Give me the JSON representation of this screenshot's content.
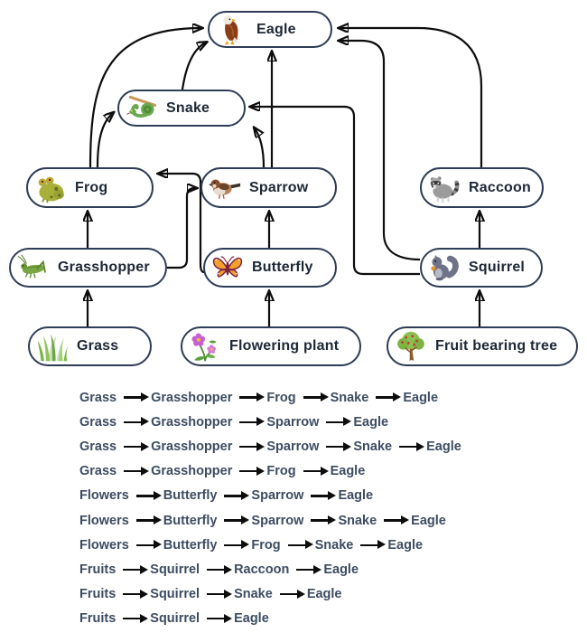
{
  "diagram": {
    "nodes": {
      "eagle": {
        "label": "Eagle",
        "icon": "eagle-icon"
      },
      "snake": {
        "label": "Snake",
        "icon": "snake-icon"
      },
      "frog": {
        "label": "Frog",
        "icon": "frog-icon"
      },
      "sparrow": {
        "label": "Sparrow",
        "icon": "sparrow-icon"
      },
      "raccoon": {
        "label": "Raccoon",
        "icon": "raccoon-icon"
      },
      "grasshopper": {
        "label": "Grasshopper",
        "icon": "grasshopper-icon"
      },
      "butterfly": {
        "label": "Butterfly",
        "icon": "butterfly-icon"
      },
      "squirrel": {
        "label": "Squirrel",
        "icon": "squirrel-icon"
      },
      "grass": {
        "label": "Grass",
        "icon": "grass-icon"
      },
      "flowering": {
        "label": "Flowering plant",
        "icon": "flower-icon"
      },
      "fruittree": {
        "label": "Fruit bearing tree",
        "icon": "fruit-tree-icon"
      }
    },
    "edges": [
      {
        "from": "Grass",
        "to": "Grasshopper"
      },
      {
        "from": "Grasshopper",
        "to": "Frog"
      },
      {
        "from": "Grasshopper",
        "to": "Sparrow"
      },
      {
        "from": "Frog",
        "to": "Snake"
      },
      {
        "from": "Frog",
        "to": "Eagle"
      },
      {
        "from": "Snake",
        "to": "Eagle"
      },
      {
        "from": "Sparrow",
        "to": "Eagle"
      },
      {
        "from": "Sparrow",
        "to": "Snake"
      },
      {
        "from": "Flowering plant",
        "to": "Butterfly"
      },
      {
        "from": "Butterfly",
        "to": "Sparrow"
      },
      {
        "from": "Butterfly",
        "to": "Frog"
      },
      {
        "from": "Fruit bearing tree",
        "to": "Squirrel"
      },
      {
        "from": "Squirrel",
        "to": "Raccoon"
      },
      {
        "from": "Squirrel",
        "to": "Snake"
      },
      {
        "from": "Squirrel",
        "to": "Eagle"
      },
      {
        "from": "Raccoon",
        "to": "Eagle"
      }
    ]
  },
  "chains": [
    {
      "steps": [
        "Grass",
        "Grasshopper",
        "Frog",
        "Snake",
        "Eagle"
      ]
    },
    {
      "steps": [
        "Grass",
        "Grasshopper",
        "Sparrow",
        "Eagle"
      ]
    },
    {
      "steps": [
        "Grass",
        "Grasshopper",
        "Sparrow",
        "Snake",
        "Eagle"
      ]
    },
    {
      "steps": [
        "Grass",
        "Grasshopper",
        "Frog",
        "Eagle"
      ]
    },
    {
      "steps": [
        "Flowers",
        "Butterfly",
        "Sparrow",
        "Eagle"
      ]
    },
    {
      "steps": [
        "Flowers",
        "Butterfly",
        "Sparrow",
        "Snake",
        "Eagle"
      ]
    },
    {
      "steps": [
        "Flowers",
        "Butterfly",
        "Frog",
        "Snake",
        "Eagle"
      ]
    },
    {
      "steps": [
        "Fruits",
        "Squirrel",
        "Raccoon",
        "Eagle"
      ]
    },
    {
      "steps": [
        "Fruits",
        "Squirrel",
        "Snake",
        "Eagle"
      ]
    },
    {
      "steps": [
        "Fruits",
        "Squirrel",
        "Eagle"
      ]
    }
  ],
  "colors": {
    "node_border": "#2e3c55",
    "node_label": "#1d2735",
    "chain_text": "#3d4c61",
    "arrow": "#0d0d0d",
    "background": "#ffffff"
  }
}
